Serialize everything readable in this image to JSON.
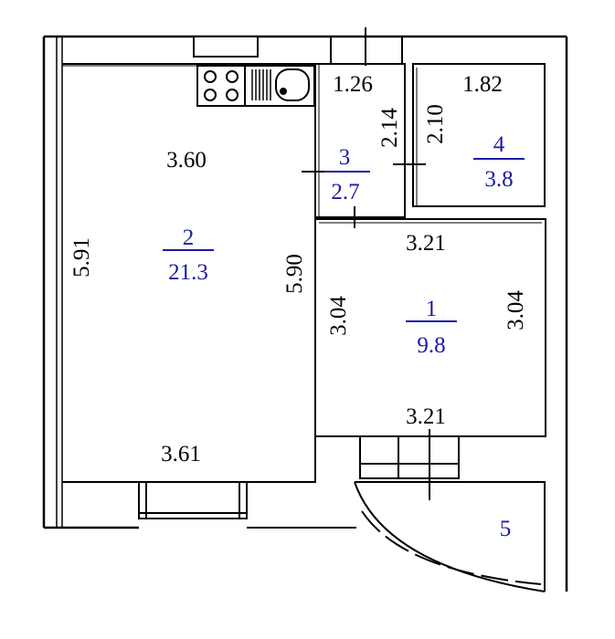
{
  "colors": {
    "line": "#000000",
    "room_label": "#1a1aa6",
    "background": "#ffffff"
  },
  "rooms": [
    {
      "id": "room-1",
      "number": "1",
      "area": "9.8"
    },
    {
      "id": "room-2",
      "number": "2",
      "area": "21.3"
    },
    {
      "id": "room-3",
      "number": "3",
      "area": "2.7"
    },
    {
      "id": "room-4",
      "number": "4",
      "area": "3.8"
    },
    {
      "id": "room-5",
      "number": "5"
    }
  ],
  "dimensions": {
    "room2_top": "3.60",
    "room2_bottom": "3.61",
    "room2_left": "5.91",
    "room2_right": "5.90",
    "room3_top": "1.26",
    "room3_right": "2.14",
    "room4_top": "1.82",
    "room4_left": "2.10",
    "room1_top": "3.21",
    "room1_bottom": "3.21",
    "room1_left": "3.04",
    "room1_right": "3.04"
  },
  "icons": {
    "stove": "stove-icon",
    "sink": "sink-icon"
  }
}
